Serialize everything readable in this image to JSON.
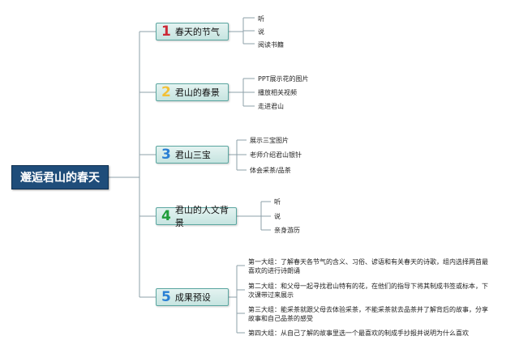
{
  "root": {
    "label": "邂逅君山的春天"
  },
  "colors": {
    "connector": "#8ea0aa",
    "root_bg": "#1f4d7a",
    "topic_border": "#5aa6a0"
  },
  "topics": [
    {
      "num": "1",
      "num_color": "#cc2936",
      "label": "春天的节气",
      "leaves": [
        "听",
        "说",
        "阅读书籍"
      ]
    },
    {
      "num": "2",
      "num_color": "#f2c037",
      "label": "君山的春景",
      "leaves": [
        "PPT展示花的图片",
        "播放相关视频",
        "走进君山"
      ]
    },
    {
      "num": "3",
      "num_color": "#2a7fd4",
      "label": "君山三宝",
      "leaves": [
        "展示三宝图片",
        "老师介绍君山银针",
        "体会采茶/品茶"
      ]
    },
    {
      "num": "4",
      "num_color": "#1f9d3a",
      "label": "君山的人文背景",
      "leaves": [
        "听",
        "说",
        "亲身游历"
      ]
    },
    {
      "num": "5",
      "num_color": "#2a7fd4",
      "label": "成果预设",
      "leaves": [
        "第一大组：了解春天各节气的含义、习俗、谚语和有关春天的诗歌，组内选择两首最喜欢的进行诗朗诵",
        "第二大组：和父母一起寻找君山特有的花，在他们的指导下将其制成书签或标本，下次课带过来展示",
        "第三大组：能采茶就跟父母去体验采茶，不能采茶就去品茶并了解背后的故事，分享故事和自己品茶的感受",
        "第四大组：从自己了解的故事里选一个最喜欢的制成手抄报并说明为什么喜欢"
      ]
    }
  ]
}
